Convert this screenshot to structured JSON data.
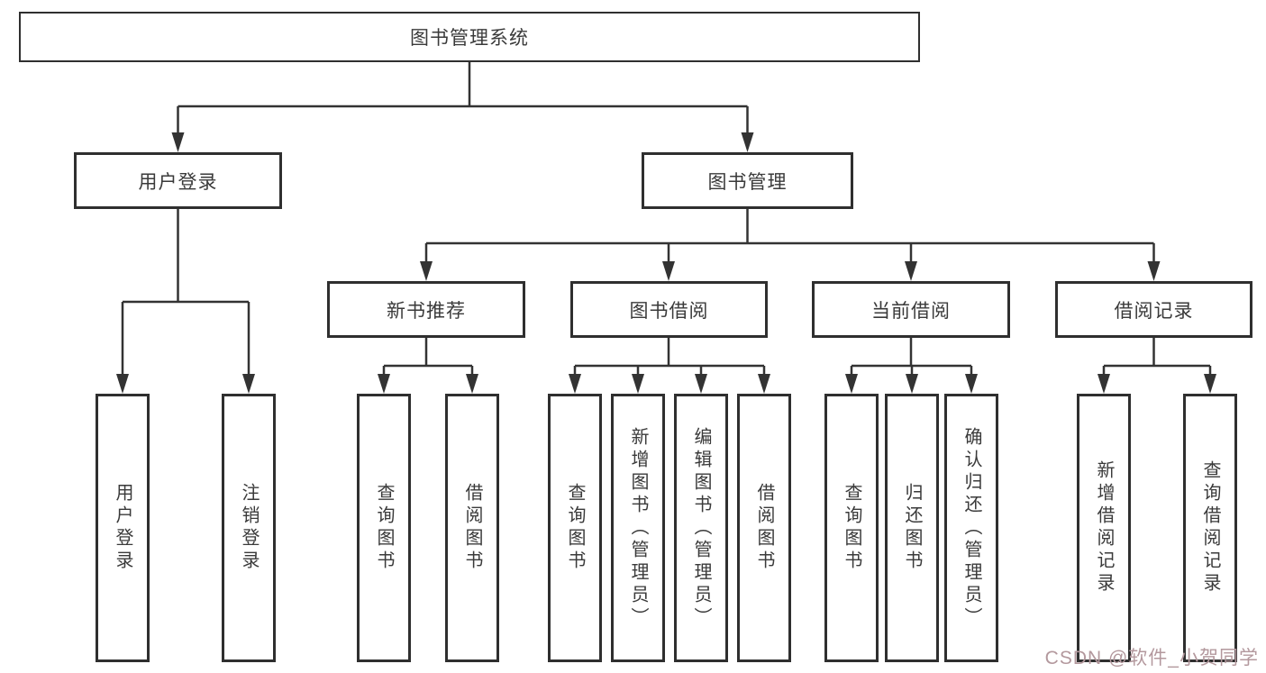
{
  "diagram": {
    "root": {
      "label": "图书管理系统"
    },
    "branches": {
      "user_login": {
        "label": "用户登录",
        "children": [
          "用户登录",
          "注销登录"
        ]
      },
      "book_mgmt": {
        "label": "图书管理",
        "sections": [
          {
            "label": "新书推荐",
            "children": [
              "查询图书",
              "借阅图书"
            ]
          },
          {
            "label": "图书借阅",
            "children": [
              "查询图书",
              "新增图书（管理员）",
              "编辑图书（管理员）",
              "借阅图书"
            ]
          },
          {
            "label": "当前借阅",
            "children": [
              "查询图书",
              "归还图书",
              "确认归还（管理员）"
            ]
          },
          {
            "label": "借阅记录",
            "children": [
              "新增借阅记录",
              "查询借阅记录"
            ]
          }
        ]
      }
    },
    "colors": {
      "line": "#333333",
      "box_border": "#2f2f2f",
      "text": "#3a3a3a",
      "background": "#ffffff"
    }
  },
  "watermark": {
    "text": "CSDN @软件_小贺同学",
    "color": "#b3989d"
  }
}
